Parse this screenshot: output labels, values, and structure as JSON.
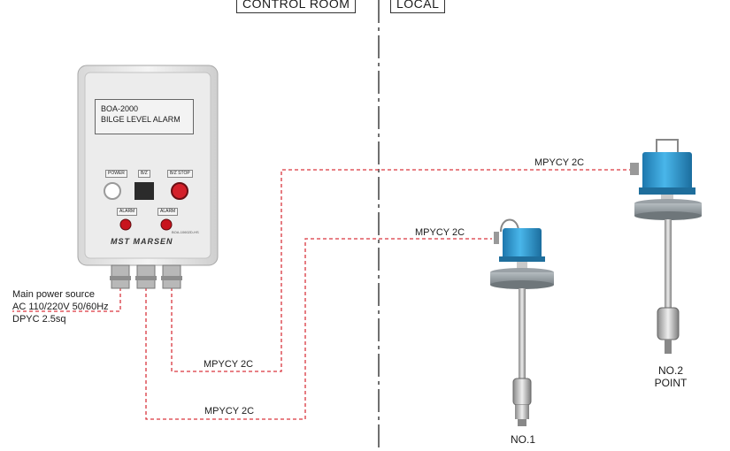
{
  "zones": {
    "left": "CONTROL ROOM",
    "right": "LOCAL"
  },
  "panel": {
    "title_line1": "BOA-2000",
    "title_line2": "BILGE LEVEL ALARM",
    "btn_power": "POWER",
    "btn_bz": "B/Z",
    "btn_bz_stop": "B/Z STOP",
    "alarm1": "ALARM",
    "alarm2": "ALARM",
    "brand": "MST MARSEN",
    "model": "BOA-10602D-HS"
  },
  "power_source": {
    "line1": "Main power source",
    "line2": "AC 110/220V 50/60Hz",
    "line3": "DPYC 2.5sq"
  },
  "cables": {
    "top": "MPYCY 2C",
    "mid": "MPYCY 2C",
    "bottom1": "MPYCY 2C",
    "bottom2": "MPYCY 2C"
  },
  "sensors": {
    "no1": "NO.1",
    "no2_line1": "NO.2",
    "no2_line2": "POINT"
  },
  "colors": {
    "cable": "#d9363e",
    "sensor_head": "#2e9ad6",
    "flange": "#8f979c"
  }
}
